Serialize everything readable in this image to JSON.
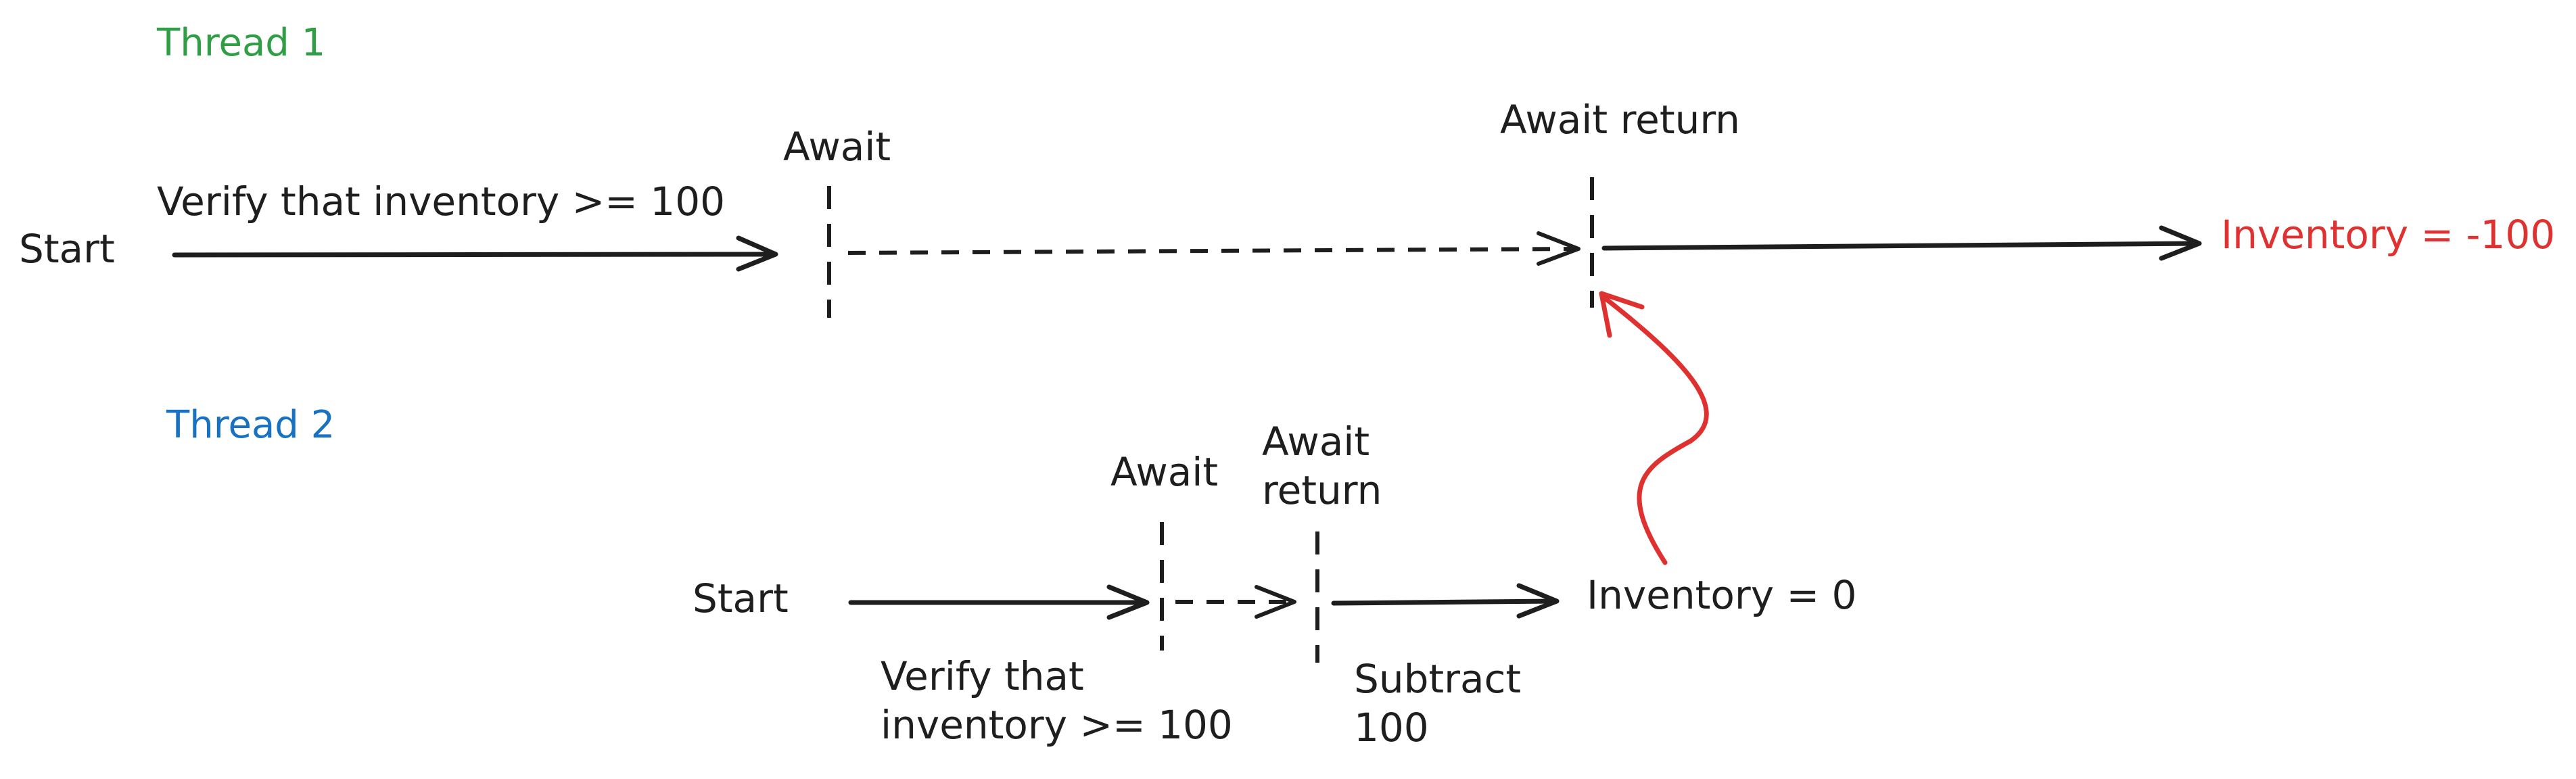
{
  "colors": {
    "ink": "#1e1e1e",
    "thread1": "#2f9e44",
    "thread2": "#1971c2",
    "highlight": "#e03131"
  },
  "thread1": {
    "title": "Thread 1",
    "start": "Start",
    "verify": "Verify that inventory >= 100",
    "await": "Await",
    "await_return": "Await return",
    "result": "Inventory = -100"
  },
  "thread2": {
    "title": "Thread 2",
    "start": "Start",
    "verify_line1": "Verify that",
    "verify_line2": "inventory >= 100",
    "await": "Await",
    "await_return_line1": "Await",
    "await_return_line2": "return",
    "subtract_line1": "Subtract",
    "subtract_line2": "100",
    "result": "Inventory = 0"
  }
}
